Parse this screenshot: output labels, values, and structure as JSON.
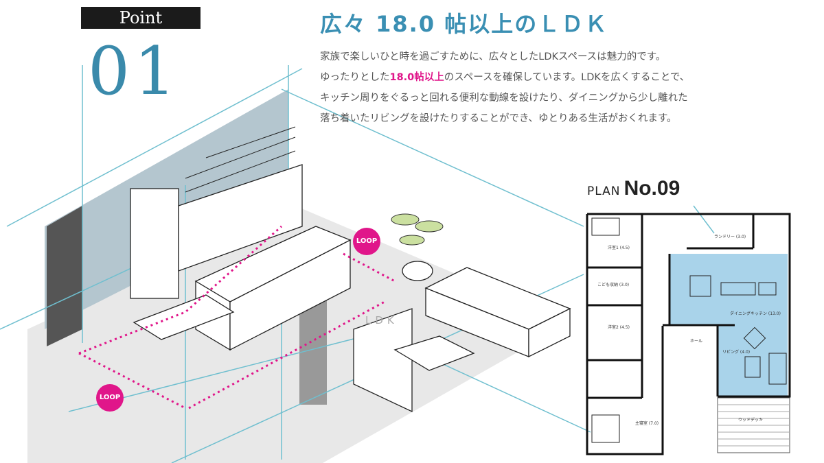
{
  "header": {
    "point_label": "Point",
    "number": "01",
    "title": "広々 18.0 帖以上のＬＤＫ"
  },
  "description": {
    "line1": "家族で楽しいひと時を過ごすために、広々としたLDKスペースは魅力的です。",
    "line2_pre": "ゆったりとした",
    "line2_highlight": "18.0帖以上",
    "line2_post": "のスペースを確保しています。LDKを広くすることで、",
    "line3": "キッチン周りをぐるっと回れる便利な動線を設けたり、ダイニングから少し離れた",
    "line4": "落ち着いたリビングを設けたりすることができ、ゆとりある生活がおくれます。"
  },
  "illustration": {
    "loop_label": "LOOP",
    "room_label": "LDK"
  },
  "plan": {
    "prefix": "PLAN",
    "number": "No.09",
    "rooms": {
      "room1": "洋室1 (4.5)",
      "kids_storage": "こども収納 (3.0)",
      "room2": "洋室2 (4.5)",
      "master": "主寝室 (7.0)",
      "laundry": "ランドリー (3.0)",
      "dining_kitchen": "ダイニングキッチン (13.0)",
      "living": "リビング (4.0)",
      "hall": "ホール",
      "deck": "ウッドデッキ"
    }
  },
  "colors": {
    "accent": "#3a8fb3",
    "highlight": "#e0168a",
    "ldk_fill": "#a9d3ea"
  }
}
